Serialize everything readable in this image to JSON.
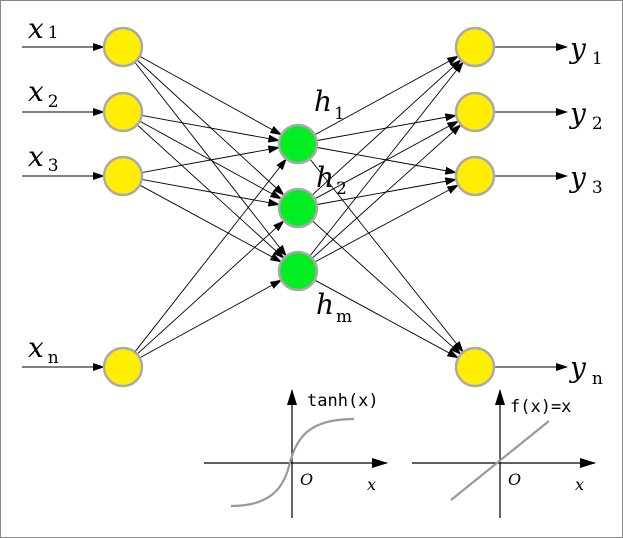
{
  "inputs": [
    {
      "sym": "x",
      "sub": "1"
    },
    {
      "sym": "x",
      "sub": "2"
    },
    {
      "sym": "x",
      "sub": "3"
    },
    {
      "sym": "x",
      "sub": "n"
    }
  ],
  "hidden": [
    {
      "sym": "h",
      "sub": "1"
    },
    {
      "sym": "h",
      "sub": "2"
    },
    {
      "sym": "h",
      "sub": "m"
    }
  ],
  "outputs": [
    {
      "sym": "y",
      "sub": "1"
    },
    {
      "sym": "y",
      "sub": "2"
    },
    {
      "sym": "y",
      "sub": "3"
    },
    {
      "sym": "y",
      "sub": "n"
    }
  ],
  "activations": {
    "tanh": {
      "label": "tanh(x)",
      "origin": "O",
      "x_axis": "x"
    },
    "linear": {
      "label": "f(x)=x",
      "origin": "O",
      "x_axis": "x"
    }
  },
  "colors": {
    "input_node": "#ffee00",
    "hidden_node": "#00ee22",
    "output_node": "#ffee00",
    "node_border": "#aaaaaa",
    "curve": "#999999"
  }
}
